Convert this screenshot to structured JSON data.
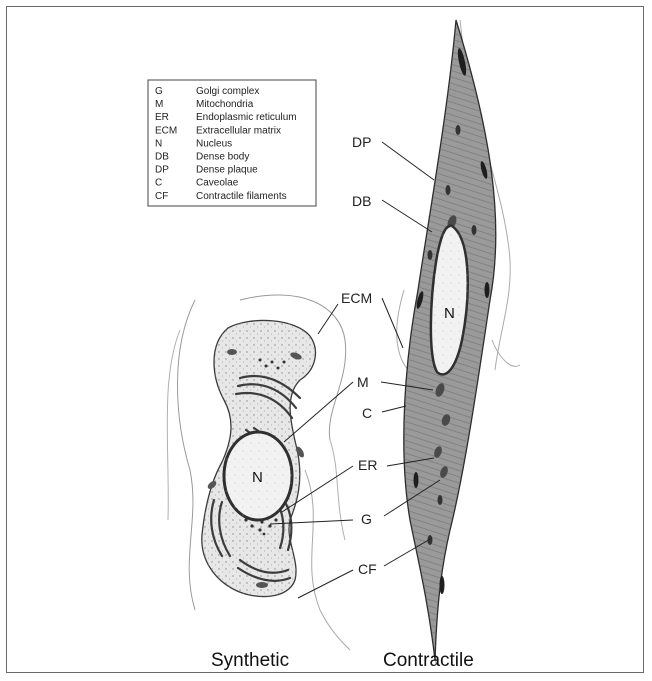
{
  "legend": {
    "entries": [
      {
        "abbr": "G",
        "desc": "Golgi complex"
      },
      {
        "abbr": "M",
        "desc": "Mitochondria"
      },
      {
        "abbr": "ER",
        "desc": "Endoplasmic reticulum"
      },
      {
        "abbr": "ECM",
        "desc": "Extracellular matrix"
      },
      {
        "abbr": "N",
        "desc": "Nucleus"
      },
      {
        "abbr": "DB",
        "desc": "Dense body"
      },
      {
        "abbr": "DP",
        "desc": "Dense plaque"
      },
      {
        "abbr": "C",
        "desc": "Caveolae"
      },
      {
        "abbr": "CF",
        "desc": "Contractile filaments"
      }
    ]
  },
  "labels": {
    "dp": "DP",
    "db": "DB",
    "ecm": "ECM",
    "m": "M",
    "c": "C",
    "er": "ER",
    "g": "G",
    "cf": "CF",
    "nucleus_contractile": "N",
    "nucleus_synthetic": "N"
  },
  "captions": {
    "synthetic": "Synthetic",
    "contractile": "Contractile"
  },
  "colors": {
    "frame": "#6a6a6a",
    "cytoplasm_contractile": "#9a9a9a",
    "cytoplasm_synthetic": "#e4e4e4",
    "nucleus": "#f2f2f2",
    "organelle": "#4a4a4a",
    "leader_line": "#222222"
  }
}
